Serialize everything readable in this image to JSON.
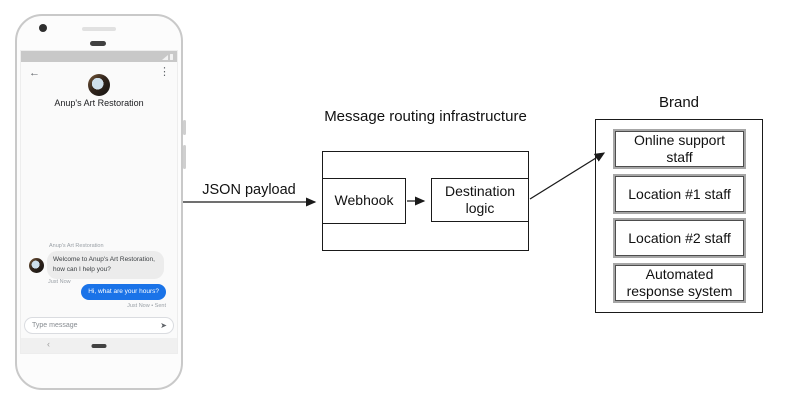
{
  "phone": {
    "status_bar": {
      "signal_icon": "signal-strength",
      "battery_icon": "battery-level"
    },
    "header": {
      "back_icon": "←",
      "menu_icon": "⋮",
      "title": "Anup's Art Restoration"
    },
    "conversation": {
      "sender_name": "Anup's Art Restoration",
      "incoming_message": "Welcome to Anup's Art Restoration, how can I help you?",
      "incoming_timestamp": "Just Now",
      "outgoing_message": "Hi, what are your hours?",
      "outgoing_timestamp": "Just Now • Sent"
    },
    "composer": {
      "placeholder": "Type message",
      "send_icon": "➤"
    },
    "navbar": {
      "back_icon": "‹"
    }
  },
  "diagram": {
    "payload_arrow_label": "JSON payload",
    "routing": {
      "title": "Message routing infrastructure",
      "webhook_label": "Webhook",
      "destination_label": "Destination logic"
    },
    "brand": {
      "title": "Brand",
      "items": [
        "Online support staff",
        "Location #1 staff",
        "Location #2 staff",
        "Automated response system"
      ]
    }
  },
  "colors": {
    "outgoing_bubble": "#1a73e8",
    "incoming_bubble": "#ececec",
    "status_bar": "#c8c8c8",
    "diagram_border": "#1a1a1a",
    "brand_item_border": "#a6a6a6"
  }
}
